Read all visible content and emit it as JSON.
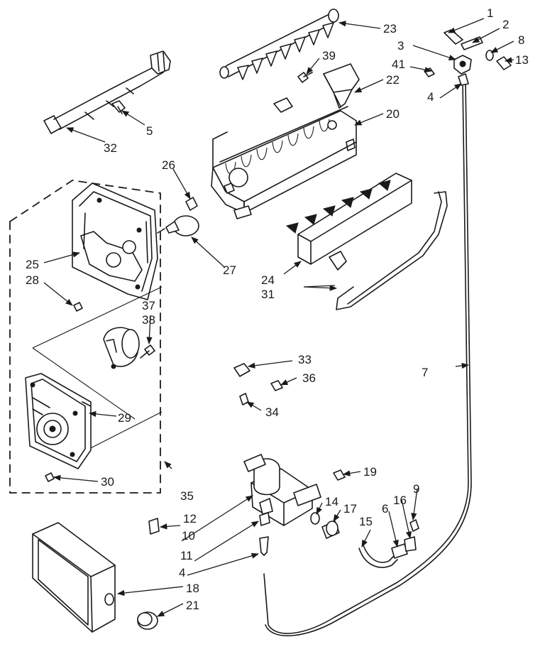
{
  "callouts": {
    "c1": "1",
    "c2": "2",
    "c3": "3",
    "c4a": "4",
    "c4b": "4",
    "c5": "5",
    "c6": "6",
    "c7": "7",
    "c8": "8",
    "c9": "9",
    "c10": "10",
    "c11": "11",
    "c12": "12",
    "c13": "13",
    "c14": "14",
    "c15": "15",
    "c16": "16",
    "c17": "17",
    "c18": "18",
    "c19": "19",
    "c20": "20",
    "c21": "21",
    "c22": "22",
    "c23": "23",
    "c24": "24",
    "c25": "25",
    "c26": "26",
    "c27": "27",
    "c28": "28",
    "c29": "29",
    "c30": "30",
    "c31": "31",
    "c32": "32",
    "c33": "33",
    "c34": "34",
    "c35": "35",
    "c36": "36",
    "c37": "37",
    "c38": "38",
    "c39": "39",
    "c41": "41"
  },
  "colors": {
    "ink": "#1a1a1a",
    "paper": "#ffffff"
  }
}
